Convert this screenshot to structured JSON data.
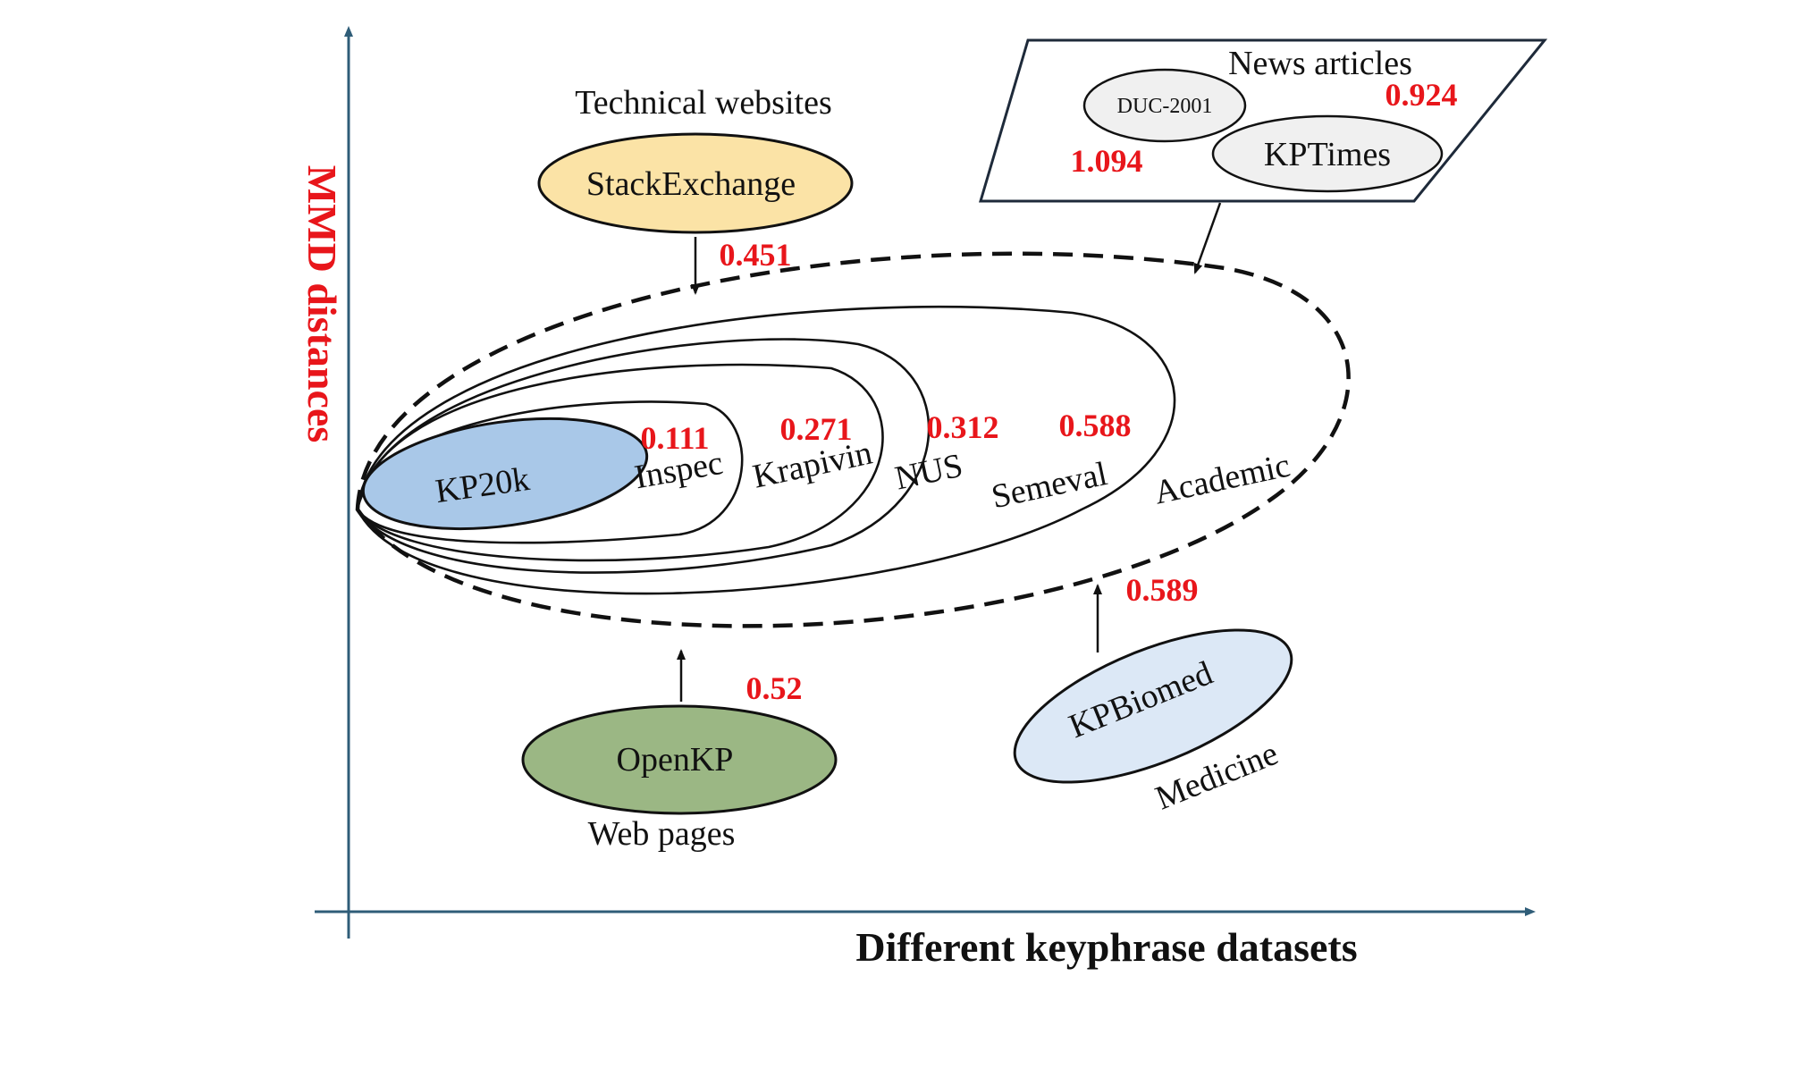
{
  "colors": {
    "axis": "#2f5d78",
    "value": "#e8161b",
    "stackexchange_fill": "#fbe3a6",
    "openkp_fill": "#9bb784",
    "kpbiomed_fill": "#dce8f6",
    "kp20k_fill": "#a9c8e8",
    "news_fill": "#f0f0f0"
  },
  "axes": {
    "y_label": "MMD distances",
    "x_label": "Different keyphrase datasets"
  },
  "nested": [
    {
      "name": "KP20k",
      "value": ""
    },
    {
      "name": "Inspec",
      "value": "0.111"
    },
    {
      "name": "Krapivin",
      "value": "0.271"
    },
    {
      "name": "NUS",
      "value": "0.312"
    },
    {
      "name": "Semeval",
      "value": "0.588"
    },
    {
      "name": "Academic",
      "value": ""
    }
  ],
  "stackexchange": {
    "domain": "Technical websites",
    "name": "StackExchange",
    "value": "0.451"
  },
  "news": {
    "domain": "News articles",
    "duc": "DUC-2001",
    "kptimes": "KPTimes",
    "value_duc": "1.094",
    "value_kptimes": "0.924"
  },
  "openkp": {
    "domain": "Web pages",
    "name": "OpenKP",
    "value": "0.52"
  },
  "kpbiomed": {
    "domain": "Medicine",
    "name": "KPBiomed",
    "value": "0.589"
  }
}
